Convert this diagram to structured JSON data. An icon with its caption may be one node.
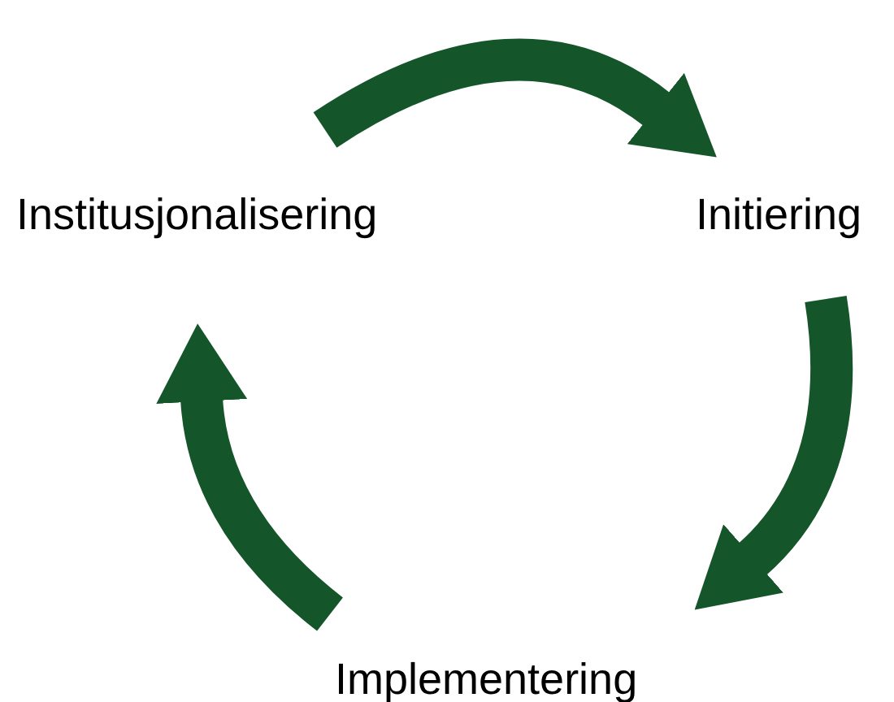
{
  "diagram": {
    "nodes": [
      {
        "text": [
          "Institusjonalisering"
        ]
      },
      {
        "text": [
          "Initiering"
        ]
      },
      {
        "text": [
          "Implementering"
        ]
      }
    ],
    "edges": [
      {
        "from": 0,
        "to": 1,
        "arrow": "to"
      },
      {
        "from": 1,
        "to": 2,
        "arrow": "to"
      },
      {
        "from": 2,
        "to": 0,
        "arrow": "to"
      }
    ]
  }
}
